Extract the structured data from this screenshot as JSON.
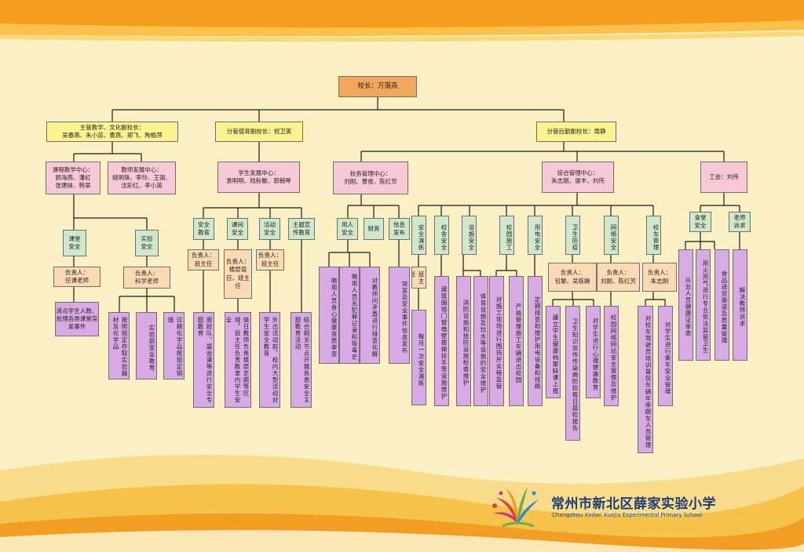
{
  "principal": "校长：万霭燕",
  "deputies": {
    "teaching": "主管教学、文化副校长：\n吴春燕、朱小苗、曹燕、郑飞、陶榆萍",
    "moral": "分管德育副校长：祝卫英",
    "logistics": "分管后勤副校长：周静"
  },
  "centers": {
    "curriculum": "课程教学中心：\n顾海燕、潘虹\n张建妹、韩翠",
    "teacher_dev": "教师发展中心：\n姚明珠、李玲、王丽、\n沈彩红、李小英",
    "student_dev": "学生发展中心：\n袁明明、陆秋敏、郭楠琴",
    "affairs": "校务管理中心：\n刘刚、曹俊、陈红芳",
    "general": "综合管理中心：\n朱志刚、谢丰、刘伟",
    "union": "工会：刘伟"
  },
  "l3": {
    "classroom": "课堂\n安全",
    "lab": "实验\n安全",
    "safety_ed": "安全\n教育",
    "break": "课间\n安全",
    "activity": "活动\n安全",
    "theme": "主题宣\n传教育",
    "hr": "用人\n安全",
    "finance": "财务",
    "info": "信息\n发布",
    "drill": "安全演练",
    "campus": "校舍安全",
    "facility": "设施安全",
    "construction": "校园施工",
    "electric": "用电安全",
    "health": "卫生防疫",
    "network": "网络安全",
    "bus": "校车管理",
    "canteen": "食堂\n安全",
    "complaint": "老师\n诉求"
  },
  "resp": {
    "classroom": "负责人：\n任课老师",
    "lab": "负责人：\n科学老师",
    "safety_ed": "负责人：\n班主任",
    "break": "负责人：楼层值日、班主任",
    "activity": "负责人：\n班主任",
    "drill": "班主任",
    "health": "负责人：\n包黎、吴栋娴",
    "network": "负责人：\n刘刚、陈红芳",
    "bus": "负责人：\n朱志刚"
  },
  "tasks": {
    "classroom": "清点学生人数、处理各类课堂突发事件",
    "lab1": "按照规定存取实验器材及化学品",
    "lab2": "实验前安全教育",
    "lab3": "过期化学品按规定销毁",
    "safety_ed": "周班队、晨会课等进行安全专题教育",
    "break": "值日教师负责楼层走廊等区域，班主任负责教室内学生安全",
    "activity": "外出活动前，校内大型活动对学生安全教育",
    "theme": "结合相关节点开展各类安全主题教育活动",
    "hr1": "聘用人员身心健康资质审查",
    "hr2": "聘用人员无犯罪记录和吸毒史",
    "hr3": "对教师问矛盾进行排查化解",
    "info": "突发及安全事件信息发布",
    "drill": "每月一次安全演练",
    "campus": "建筑围墙门窗墙壁楼梯扶手等设施维护",
    "facility1": "消防设施和技防设施检查维护",
    "facility2": "体育设施及饮水等设施的安全维护",
    "construction1": "对施工现场进行围挡并全程监管",
    "construction2": "严格管理施工车辆进出校园",
    "electric": "定期排查和维护用电设备和线路",
    "health1": "建立学生健康档案缺课上报",
    "health2": "卫生知识宣传传染病防控每日晨检报告",
    "health3": "对学生进行心理健康教育",
    "network": "校园网络网站安全管理及维护",
    "bus1": "对校车驾驶员培训督促车辆年审跟车人员管理",
    "bus2": "对学生进行乘车安全管理",
    "canteen1": "从业人员健康证审查",
    "canteen2": "食品进货渠道及质量管理",
    "canteen3": "用火用气进行专业依法监管卫生",
    "complaint": "解决教师诉求"
  },
  "school": {
    "name_cn": "常州市新北区薛家实验小学",
    "name_en": "Changzhou Xinbei Xuejia Experimental Primary School"
  },
  "colors": {
    "pink": "#f7c9d6",
    "yellow": "#fbf38f",
    "green": "#cfe8cc",
    "peach": "#fbd9b3",
    "orange": "#f2a65a",
    "purple": "#d9a9e6",
    "banner": "#f59d1e"
  }
}
